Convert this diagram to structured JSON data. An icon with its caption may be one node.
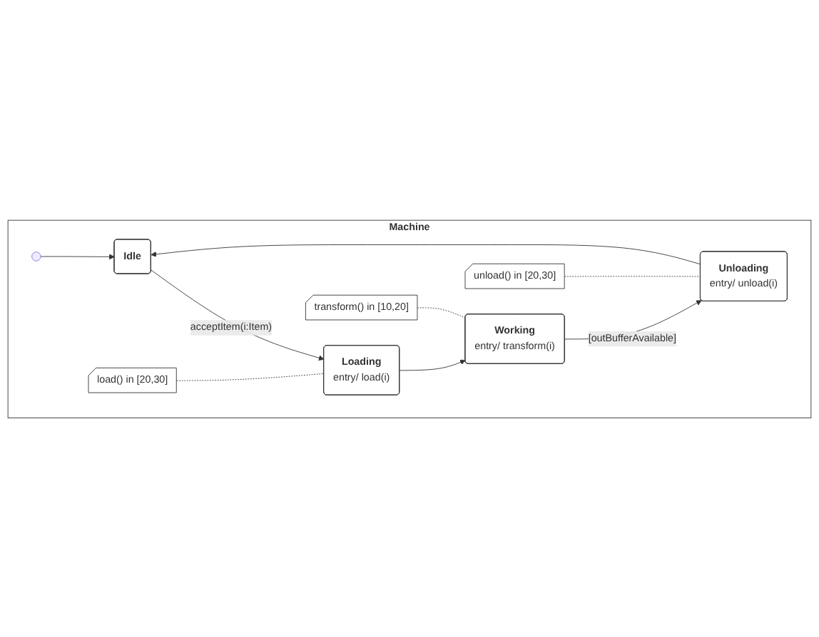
{
  "diagram": {
    "nodes": [
      {
        "text": [
          "Machine"
        ]
      },
      {
        "text": [],
        "shape": "circle",
        "in": 0
      },
      {
        "text": [
          "Idle"
        ],
        "in": 0
      },
      {
        "text": [
          "load() in [20,30]"
        ],
        "in": 0
      },
      {
        "text": [
          "Loading",
          "entry/ load(i)"
        ],
        "in": 0
      },
      {
        "text": [
          "Unloading",
          "entry/ unload(i)"
        ],
        "in": 0
      },
      {
        "text": [
          "Working",
          "entry/ transform(i)"
        ],
        "in": 0
      },
      {
        "text": [
          "unload() in [20,30]"
        ],
        "in": 0
      },
      {
        "text": [
          "transform() in [10,20]"
        ],
        "in": 0
      }
    ],
    "edges": [
      {
        "from": 1,
        "to": 2,
        "arrow": "to"
      },
      {
        "from": 2,
        "to": 4,
        "arrow": "to",
        "label": "acceptItem(i:Item)"
      },
      {
        "from": 4,
        "to": 6,
        "arrow": "to"
      },
      {
        "from": 6,
        "to": 5,
        "arrow": "to",
        "label": "[outBufferAvailable]"
      },
      {
        "from": 5,
        "to": 2,
        "arrow": "to"
      },
      {
        "from": 3,
        "to": 4,
        "arrow": "none",
        "style": "dashed"
      },
      {
        "from": 7,
        "to": 5,
        "arrow": "none",
        "style": "dashed"
      },
      {
        "from": 8,
        "to": 6,
        "arrow": "none",
        "style": "dashed"
      }
    ]
  }
}
